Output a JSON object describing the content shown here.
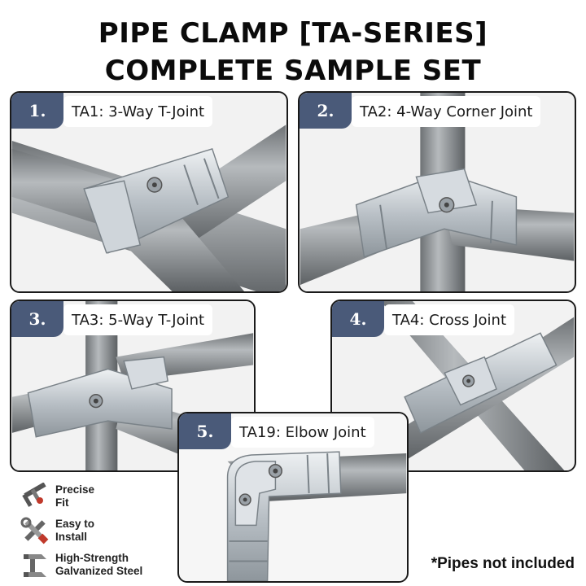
{
  "header": {
    "title_line1": "PIPE CLAMP [TA-SERIES]",
    "title_line2": "COMPLETE SAMPLE SET"
  },
  "panels": [
    {
      "number": "1.",
      "label": "TA1: 3-Way T-Joint"
    },
    {
      "number": "2.",
      "label": "TA2: 4-Way Corner Joint"
    },
    {
      "number": "3.",
      "label": "TA3: 5-Way T-Joint"
    },
    {
      "number": "4.",
      "label": "TA4: Cross Joint"
    },
    {
      "number": "5.",
      "label": "TA19: Elbow Joint"
    }
  ],
  "features": [
    {
      "icon": "caliper-icon",
      "line1": "Precise",
      "line2": "Fit"
    },
    {
      "icon": "tools-icon",
      "line1": "Easy to",
      "line2": "Install"
    },
    {
      "icon": "steel-beam-icon",
      "line1": "High-Strength",
      "line2": "Galvanized Steel"
    }
  ],
  "note": "*Pipes not included",
  "colors": {
    "badge": "#4a5a79",
    "pipe": "#8a8e90",
    "clamp": "#c9ced3",
    "icon_accent": "#c0392b"
  }
}
